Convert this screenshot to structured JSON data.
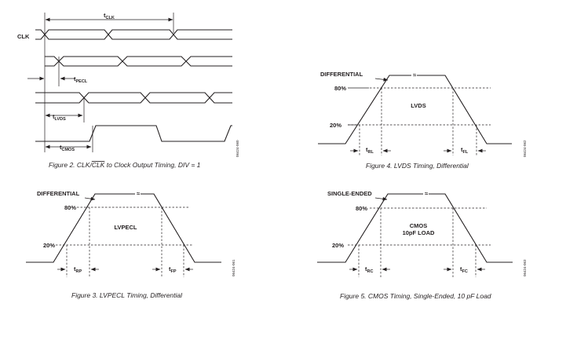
{
  "fig2": {
    "clk_label": "CLK",
    "tclk_t": "t",
    "tclk_s": "CLK",
    "tpecl_t": "t",
    "tpecl_s": "PECL",
    "tlvds_t": "t",
    "tlvds_s": "LVDS",
    "tcmos_t": "t",
    "tcmos_s": "CMOS",
    "cap_pre": "Figure 2. CLK/",
    "cap_over": "CLK",
    "cap_post": " to Clock Output Timing, DIV = 1",
    "code": "06424-060"
  },
  "fig3": {
    "sig": "DIFFERENTIAL",
    "p80": "80%",
    "p20": "20%",
    "name": "LVPECL",
    "tr_t": "t",
    "tr_s": "RP",
    "tf_t": "t",
    "tf_s": "FP",
    "caption": "Figure 3. LVPECL Timing, Differential",
    "code": "06424-061"
  },
  "fig4": {
    "sig": "DIFFERENTIAL",
    "p80": "80%",
    "p20": "20%",
    "name": "LVDS",
    "tr_t": "t",
    "tr_s": "RL",
    "tf_t": "t",
    "tf_s": "FL",
    "caption": "Figure 4. LVDS Timing, Differential",
    "code": "06424-062"
  },
  "fig5": {
    "sig": "SINGLE-ENDED",
    "p80": "80%",
    "p20": "20%",
    "name1": "CMOS",
    "name2": "10pF LOAD",
    "tr_t": "t",
    "tr_s": "RC",
    "tf_t": "t",
    "tf_s": "FC",
    "caption": "Figure 5. CMOS Timing, Single-Ended, 10 pF Load",
    "code": "06424-063"
  }
}
